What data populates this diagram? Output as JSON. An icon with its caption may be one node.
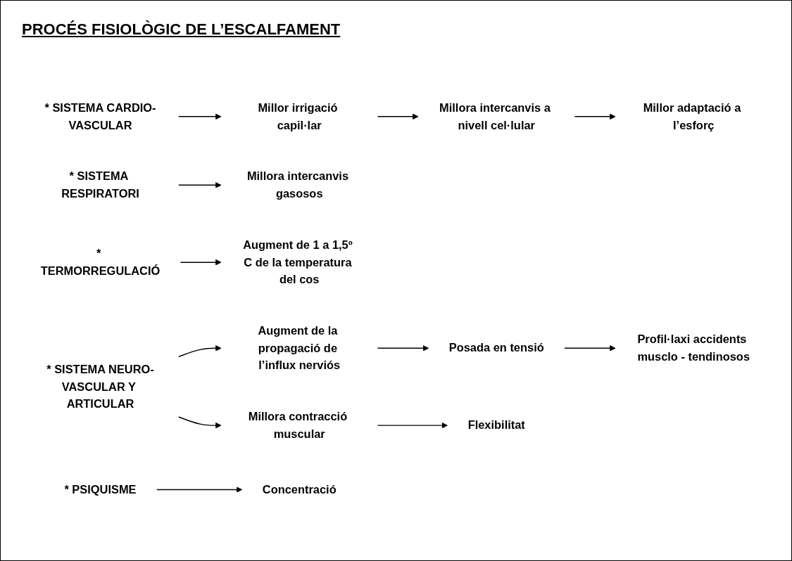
{
  "diagram": {
    "title": "PROCÉS FISIOLÒGIC DE L’ESCALFAMENT",
    "nodes": [
      {
        "text": [
          "* SISTEMA CARDIO-VASCULAR"
        ]
      },
      {
        "text": [
          "Millor irrigació capil·lar"
        ]
      },
      {
        "text": [
          "* SISTEMA RESPIRATORI"
        ]
      },
      {
        "text": [
          "Millora intercanvis gasosos"
        ]
      },
      {
        "text": [
          "Millora intercanvis a nivell cel·lular"
        ]
      },
      {
        "text": [
          "Millor adaptació a l’esforç"
        ]
      },
      {
        "text": [
          "* TERMORREGULACIÓ"
        ]
      },
      {
        "text": [
          "Augment de 1 a 1,5º C de la temperatura del cos"
        ]
      },
      {
        "text": [
          "* SISTEMA NEURO-VASCULAR Y ARTICULAR"
        ]
      },
      {
        "text": [
          "Augment de la propagació de l’influx nerviós"
        ]
      },
      {
        "text": [
          "Posada en tensió"
        ]
      },
      {
        "text": [
          "Profil·laxi accidents musclo - tendinosos"
        ]
      },
      {
        "text": [
          "Millora contracció muscular"
        ]
      },
      {
        "text": [
          "Flexibilitat"
        ]
      },
      {
        "text": [
          "* PSIQUISME"
        ]
      },
      {
        "text": [
          "Concentració"
        ]
      }
    ],
    "edges": [
      {
        "from": 0,
        "to": 1,
        "arrow": "to"
      },
      {
        "from": 1,
        "to": 4,
        "arrow": "to"
      },
      {
        "from": 2,
        "to": 3,
        "arrow": "to"
      },
      {
        "from": 4,
        "to": 5,
        "arrow": "to"
      },
      {
        "from": 6,
        "to": 7,
        "arrow": "to"
      },
      {
        "from": 8,
        "to": 9,
        "arrow": "to"
      },
      {
        "from": 9,
        "to": 10,
        "arrow": "to"
      },
      {
        "from": 10,
        "to": 11,
        "arrow": "to"
      },
      {
        "from": 8,
        "to": 12,
        "arrow": "to"
      },
      {
        "from": 12,
        "to": 13,
        "arrow": "to"
      },
      {
        "from": 14,
        "to": 15,
        "arrow": "to"
      }
    ]
  }
}
